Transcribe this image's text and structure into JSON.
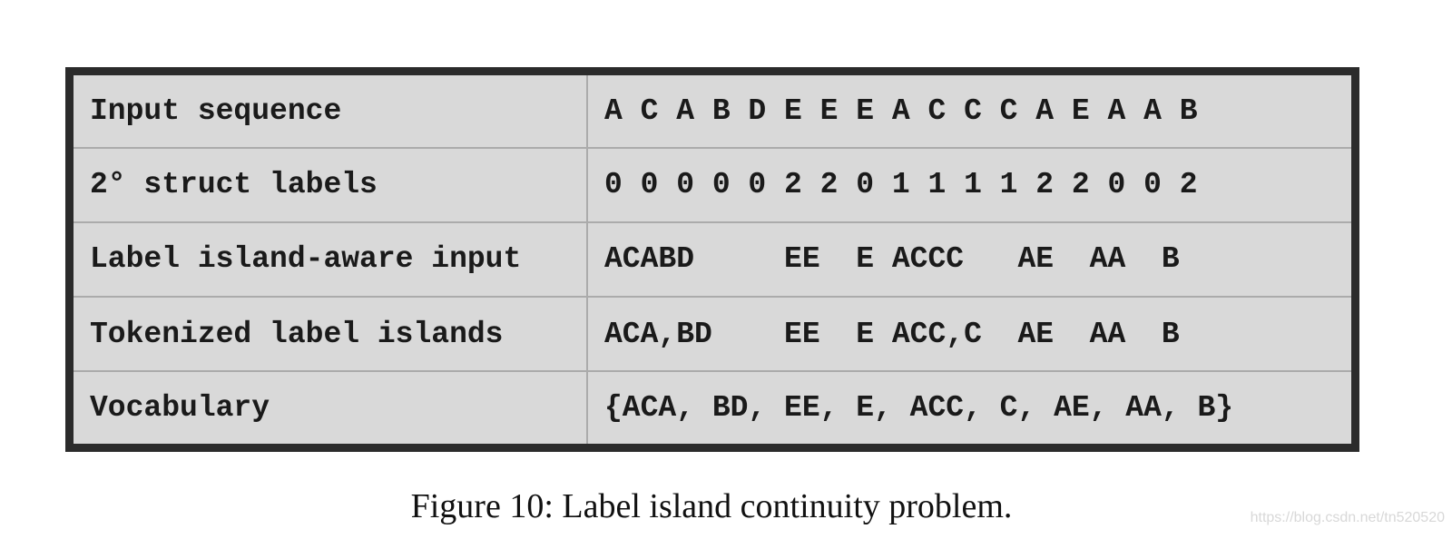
{
  "table": {
    "rows": [
      {
        "label": "Input sequence",
        "value": "A C A B D E E E A C C C A E A A B"
      },
      {
        "label": "2° struct labels",
        "value": "0 0 0 0 0 2 2 0 1 1 1 1 2 2 0 0 2"
      },
      {
        "label": "Label island-aware input",
        "value": "ACABD     EE  E ACCC   AE  AA  B"
      },
      {
        "label": "Tokenized label islands",
        "value": "ACA,BD    EE  E ACC,C  AE  AA  B"
      },
      {
        "label": "Vocabulary",
        "value": "{ACA, BD, EE, E, ACC, C, AE, AA, B}"
      }
    ]
  },
  "caption": "Figure 10: Label island continuity problem.",
  "watermark": "https://blog.csdn.net/tn520520"
}
